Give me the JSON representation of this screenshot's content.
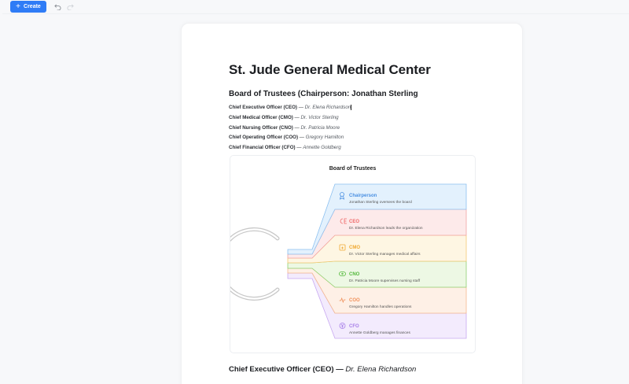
{
  "toolbar": {
    "create_label": "Create",
    "undo_icon": "undo-icon",
    "redo_icon": "redo-icon"
  },
  "document": {
    "title": "St. Jude General Medical Center",
    "section_heading": "Board of Trustees (Chairperson: Jonathan Sterling",
    "officers": [
      {
        "role": "Chief Executive Officer (CEO)",
        "sep": " — ",
        "name": "Dr. Elena Richardson"
      },
      {
        "role": "Chief Medical Officer (CMO)",
        "sep": " — ",
        "name": "Dr. Victor Sterling"
      },
      {
        "role": "Chief Nursing Officer (CNO)",
        "sep": " — ",
        "name": "Dr. Patricia Moore"
      },
      {
        "role": "Chief Operating Officer (COO)",
        "sep": " — ",
        "name": "Gregory Hamilton"
      },
      {
        "role": "Chief Financial Officer (CFO)",
        "sep": " — ",
        "name": "Annette Goldberg"
      }
    ],
    "bottom_heading_role": "Chief Executive Officer (CEO) — ",
    "bottom_heading_name": "Dr. Elena Richardson"
  },
  "diagram": {
    "title": "Board of Trustees",
    "items": [
      {
        "label": "Chairperson",
        "desc": "Jonathan Sterling oversees the board",
        "icon": "award-icon",
        "color": "#4a90e2",
        "fill": "#e3f1fd",
        "stroke": "#8cc0f0"
      },
      {
        "label": "CEO",
        "desc": "Dr. Elena Richardson leads the organization",
        "icon": "ce-icon",
        "color": "#ef6a6a",
        "fill": "#fdeaea",
        "stroke": "#f2a4a4"
      },
      {
        "label": "CMO",
        "desc": "Dr. Victor Sterling manages medical affairs",
        "icon": "medical-kit-icon",
        "color": "#f0a830",
        "fill": "#fef6e3",
        "stroke": "#f4c872"
      },
      {
        "label": "CNO",
        "desc": "Dr. Patricia Moore supervises nursing staff",
        "icon": "bandage-icon",
        "color": "#52b83a",
        "fill": "#edf8e4",
        "stroke": "#8fd171"
      },
      {
        "label": "COO",
        "desc": "Gregory Hamilton handles operations",
        "icon": "activity-icon",
        "color": "#f0905a",
        "fill": "#fef0e6",
        "stroke": "#f5b88f"
      },
      {
        "label": "CFO",
        "desc": "Annette Goldberg manages finances",
        "icon": "yen-coin-icon",
        "color": "#a77ee8",
        "fill": "#f3ebfd",
        "stroke": "#c7a8f0"
      }
    ]
  }
}
